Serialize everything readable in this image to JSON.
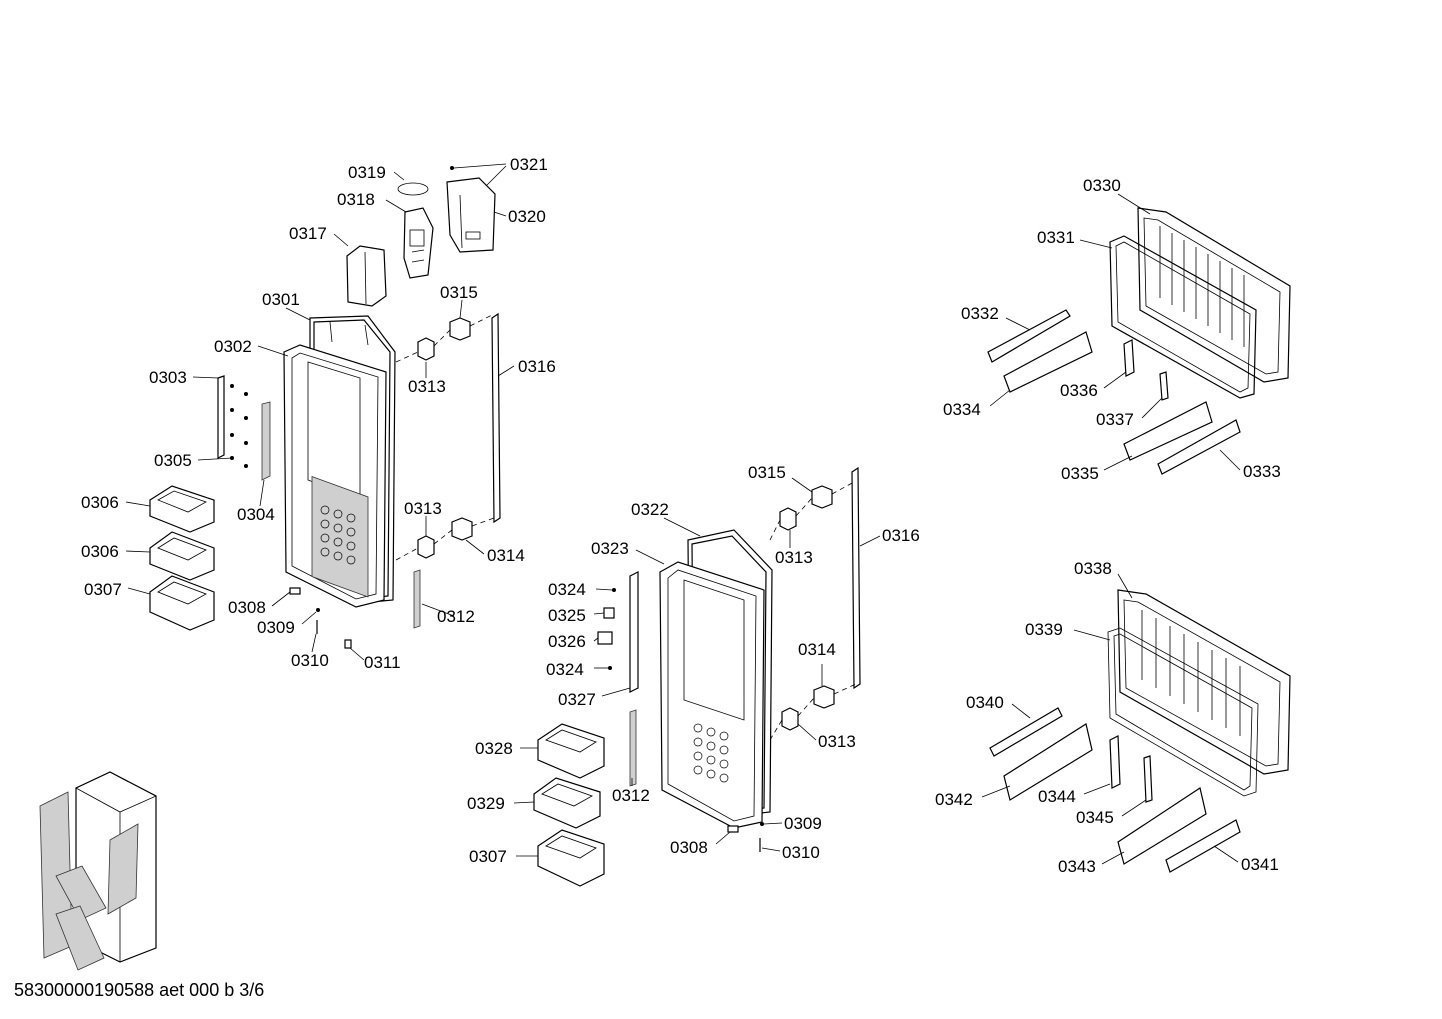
{
  "footer": {
    "document_code": "58300000190588 aet 000 b 3/6"
  },
  "callouts": {
    "c0319": "0319",
    "c0321": "0321",
    "c0318": "0318",
    "c0320": "0320",
    "c0317": "0317",
    "c0315a": "0315",
    "c0301": "0301",
    "c0302": "0302",
    "c0303": "0303",
    "c0316a": "0316",
    "c0313a": "0313",
    "c0305": "0305",
    "c0306a": "0306",
    "c0304": "0304",
    "c0313b": "0313",
    "c0306b": "0306",
    "c0314a": "0314",
    "c0307a": "0307",
    "c0308a": "0308",
    "c0312a": "0312",
    "c0309a": "0309",
    "c0310a": "0310",
    "c0311": "0311",
    "c0315b": "0315",
    "c0322": "0322",
    "c0313c": "0313",
    "c0316b": "0316",
    "c0323": "0323",
    "c0324a": "0324",
    "c0325": "0325",
    "c0326": "0326",
    "c0324b": "0324",
    "c0314b": "0314",
    "c0327": "0327",
    "c0313d": "0313",
    "c0328": "0328",
    "c0312b": "0312",
    "c0329": "0329",
    "c0309b": "0309",
    "c0308b": "0308",
    "c0310b": "0310",
    "c0307b": "0307",
    "c0330": "0330",
    "c0331": "0331",
    "c0332": "0332",
    "c0336": "0336",
    "c0334": "0334",
    "c0337": "0337",
    "c0335": "0335",
    "c0333": "0333",
    "c0338": "0338",
    "c0339": "0339",
    "c0340": "0340",
    "c0344": "0344",
    "c0342": "0342",
    "c0345": "0345",
    "c0343": "0343",
    "c0341": "0341"
  }
}
